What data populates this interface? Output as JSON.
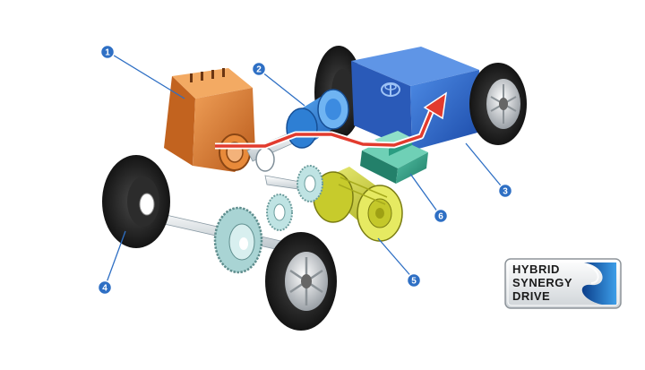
{
  "callouts": [
    {
      "id": "1",
      "label": "1"
    },
    {
      "id": "2",
      "label": "2"
    },
    {
      "id": "3",
      "label": "3"
    },
    {
      "id": "4",
      "label": "4"
    },
    {
      "id": "5",
      "label": "5"
    },
    {
      "id": "6",
      "label": "6"
    }
  ],
  "logo": {
    "line1": "HYBRID",
    "line2": "SYNERGY",
    "line3": "DRIVE"
  },
  "colors": {
    "callout": "#2e6fc4",
    "engine": "#d8792a",
    "generator": "#2f7fd6",
    "battery": "#2c62c4",
    "motor": "#d9dd3a",
    "inverter": "#2e9c83",
    "flow_arrow": "#e23b2e",
    "tire": "#1e1e1e",
    "gear": "#a9d4d4"
  },
  "icons": [
    "toyota-logo-icon",
    "flow-arrow-icon"
  ]
}
